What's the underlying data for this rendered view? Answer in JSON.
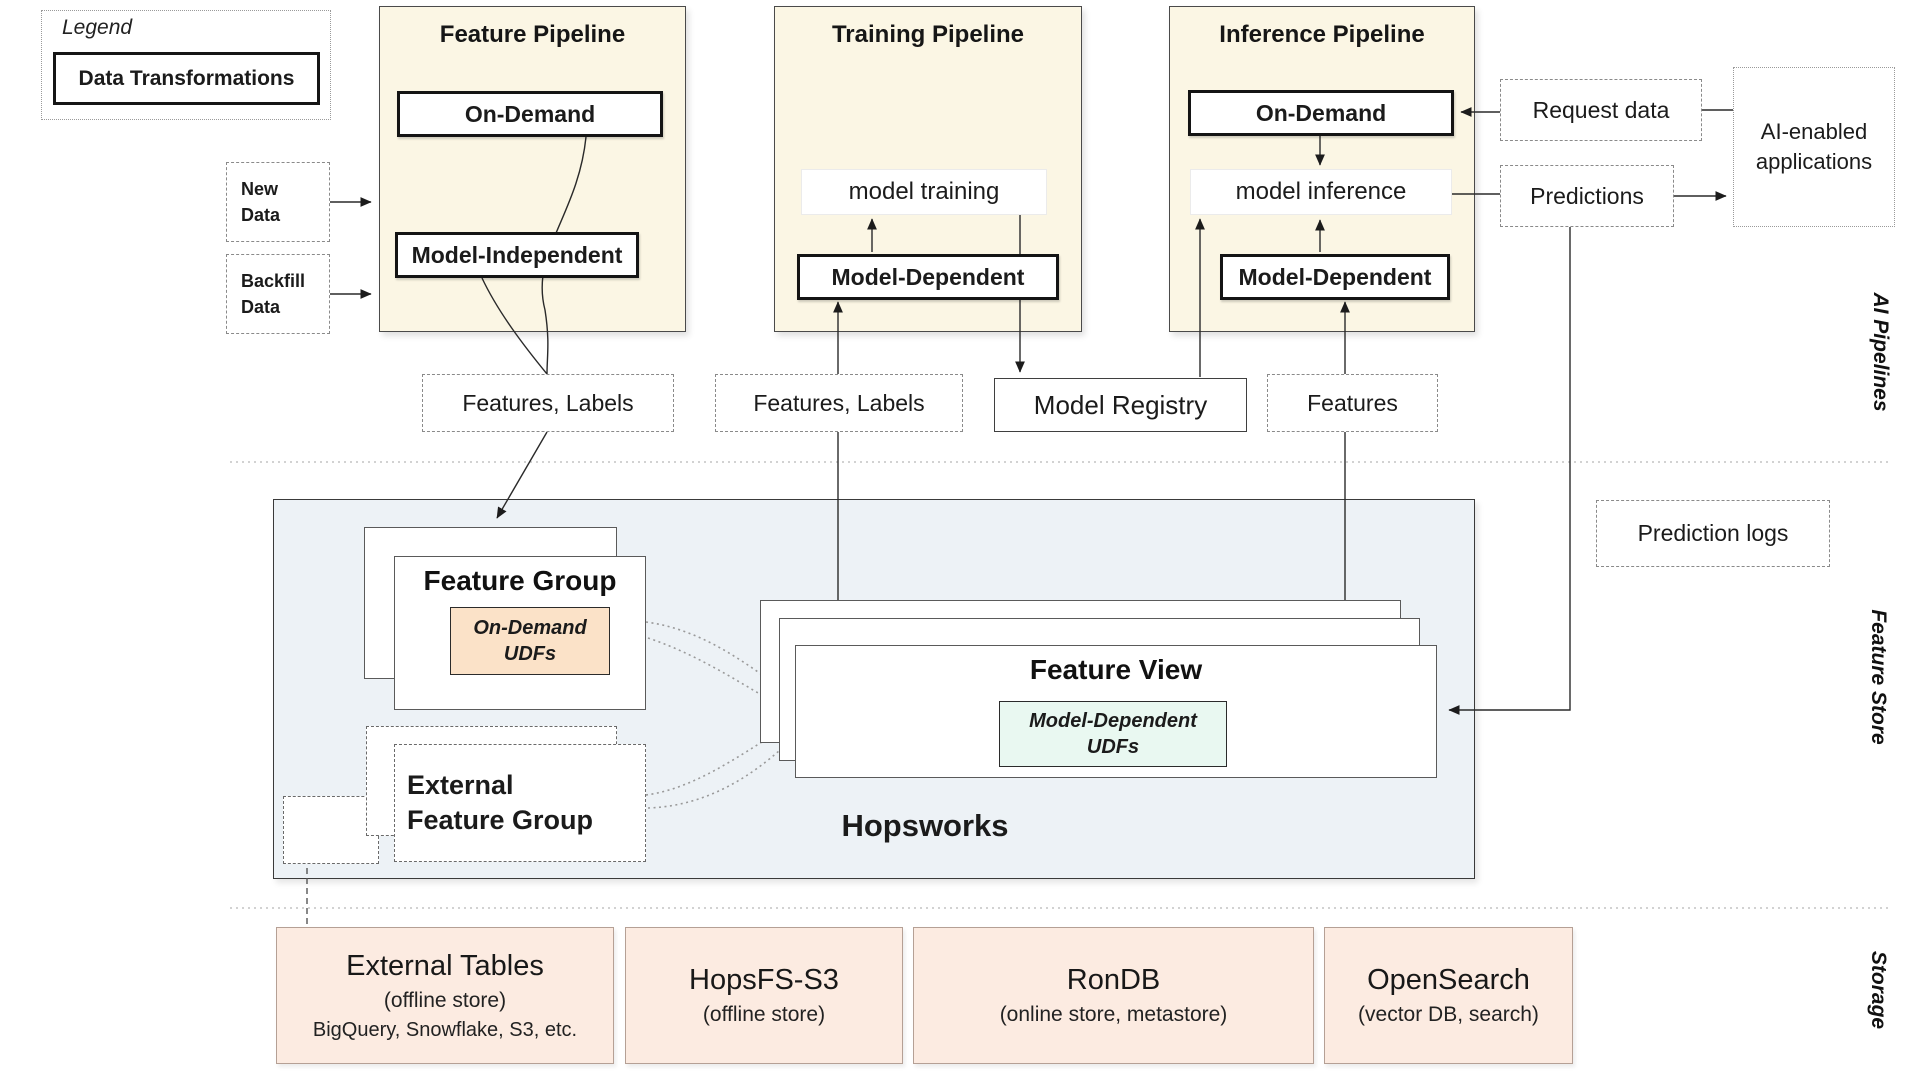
{
  "section_labels": {
    "ai_pipelines": "AI Pipelines",
    "feature_store": "Feature Store",
    "storage": "Storage"
  },
  "legend": {
    "title": "Legend",
    "item": "Data Transformations"
  },
  "sources": {
    "new_data": "New\nData",
    "backfill_data": "Backfill\nData"
  },
  "feature_pipeline": {
    "title": "Feature Pipeline",
    "on_demand": "On-Demand",
    "model_independent": "Model-Independent"
  },
  "training_pipeline": {
    "title": "Training Pipeline",
    "model_training": "model training",
    "model_dependent": "Model-Dependent"
  },
  "inference_pipeline": {
    "title": "Inference Pipeline",
    "on_demand": "On-Demand",
    "model_inference": "model inference",
    "model_dependent": "Model-Dependent"
  },
  "right_side": {
    "request_data": "Request data",
    "predictions": "Predictions",
    "ai_applications": "AI-enabled\napplications"
  },
  "artifacts": {
    "features_labels_left": "Features, Labels",
    "features_labels_mid": "Features, Labels",
    "model_registry": "Model Registry",
    "features": "Features",
    "prediction_logs": "Prediction logs"
  },
  "feature_store": {
    "feature_group": "Feature Group",
    "on_demand_udfs": "On-Demand\nUDFs",
    "external_feature_group": "External\nFeature Group",
    "feature_view": "Feature View",
    "model_dependent_udfs": "Model-Dependent\nUDFs",
    "platform": "Hopsworks"
  },
  "storage": {
    "external_tables": {
      "title": "External Tables",
      "subtitle": "(offline store)",
      "detail": "BigQuery, Snowflake, S3, etc."
    },
    "hopsfs": {
      "title": "HopsFS-S3",
      "subtitle": "(offline store)"
    },
    "rondb": {
      "title": "RonDB",
      "subtitle": "(online store, metastore)"
    },
    "opensearch": {
      "title": "OpenSearch",
      "subtitle": "(vector DB, search)"
    }
  },
  "colors": {
    "pipeline_bg": "#fbf6e4",
    "feature_store_bg": "#edf2f6",
    "storage_bg": "#fcebe1",
    "on_demand_udf_bg": "#fbe2c8",
    "model_dependent_udf_bg": "#e9f8f1"
  }
}
